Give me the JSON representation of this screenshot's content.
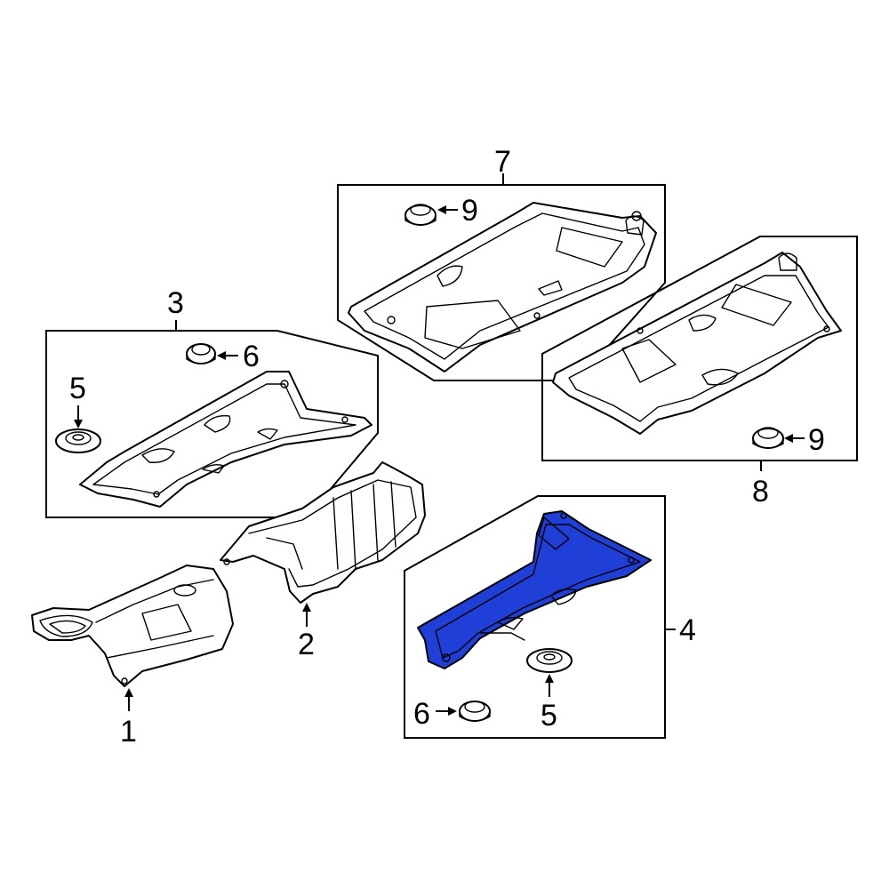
{
  "callouts": {
    "c1": "1",
    "c2": "2",
    "c3": "3",
    "c4": "4",
    "c5a": "5",
    "c5b": "5",
    "c6a": "6",
    "c6b": "6",
    "c7": "7",
    "c8": "8",
    "c9a": "9",
    "c9b": "9"
  },
  "colors": {
    "highlight": "#1f3fd6",
    "line": "#000000",
    "background": "#ffffff"
  }
}
